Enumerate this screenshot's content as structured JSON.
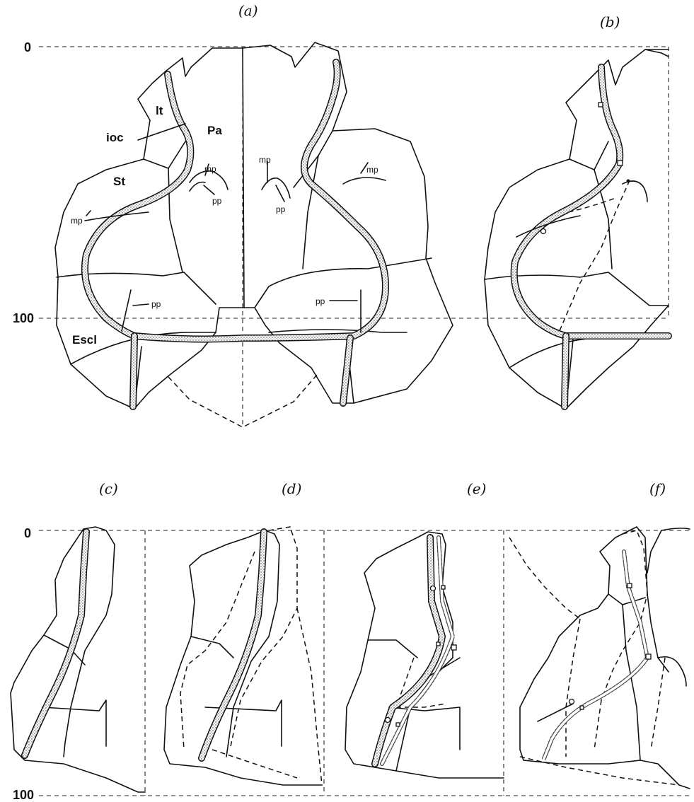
{
  "panels": {
    "a": "(a)",
    "b": "(b)",
    "c": "(c)",
    "d": "(d)",
    "e": "(e)",
    "f": "(f)"
  },
  "axis": {
    "zero": "0",
    "hundred": "100"
  },
  "labels": {
    "lt": "lt",
    "ioc": "ioc",
    "pa": "Pa",
    "st": "St",
    "escl": "Escl",
    "mp": "mp",
    "pp": "pp"
  }
}
